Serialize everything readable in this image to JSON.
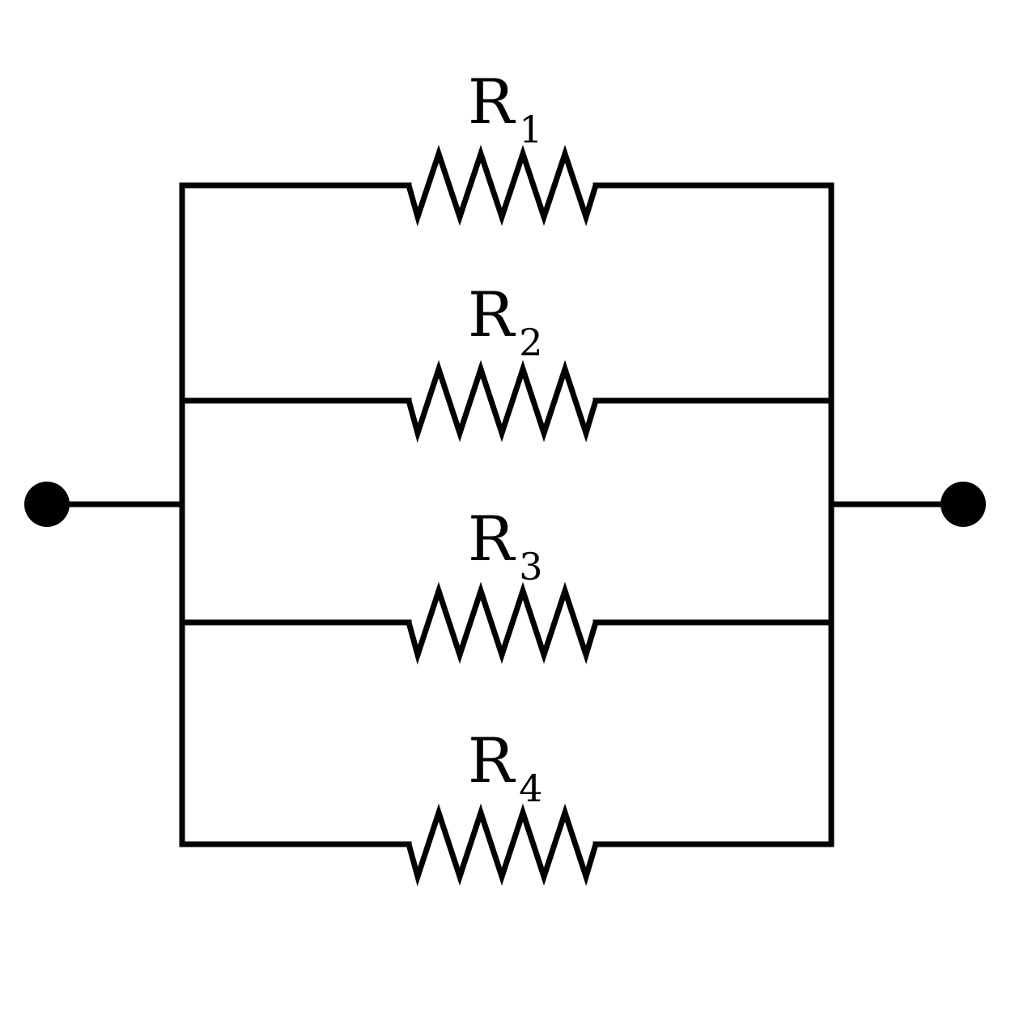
{
  "diagram": {
    "type": "parallel resistor circuit",
    "colors": {
      "stroke": "#000000",
      "background": "#ffffff"
    },
    "terminals": [
      {
        "name": "left-terminal"
      },
      {
        "name": "right-terminal"
      }
    ],
    "resistors": [
      {
        "symbol": "R",
        "subscript": "1"
      },
      {
        "symbol": "R",
        "subscript": "2"
      },
      {
        "symbol": "R",
        "subscript": "3"
      },
      {
        "symbol": "R",
        "subscript": "4"
      }
    ]
  }
}
